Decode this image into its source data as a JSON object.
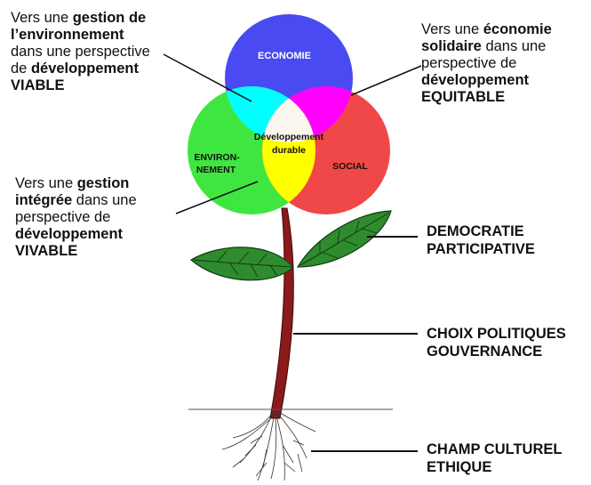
{
  "circles": {
    "economie": {
      "label": "ECONOMIE",
      "color": "#4a4af2"
    },
    "environnement": {
      "label_line1": "ENVIRON-",
      "label_line2": "NEMENT",
      "color": "#40e640"
    },
    "social": {
      "label": "SOCIAL",
      "color": "#f04848"
    },
    "center": {
      "label_line1": "Développement",
      "label_line2": "durable"
    },
    "overlaps": {
      "eco_env": "#00ffff",
      "eco_soc": "#ff00ff",
      "env_soc": "#ffff00",
      "center": "#fbf6ee"
    }
  },
  "annotations": {
    "viable": {
      "line1_pre": "Vers une ",
      "line1_bold": "gestion de",
      "line2_bold": "l’environnement",
      "line3": "dans une perspective",
      "line4_pre": "de ",
      "line4_bold": "développement",
      "line5_bold": "VIABLE"
    },
    "equitable": {
      "line1_pre": "Vers une ",
      "line1_bold": "économie",
      "line2_bold": "solidaire",
      "line2_post": " dans une",
      "line3": "perspective de",
      "line4_bold": "développement",
      "line5_bold": "EQUITABLE"
    },
    "vivable": {
      "line1_pre": "Vers une ",
      "line1_bold": "gestion",
      "line2_bold": "intégrée",
      "line2_post": " dans une",
      "line3": "perspective de",
      "line4_bold": "développement",
      "line5_bold": "VIVABLE"
    }
  },
  "plant_labels": {
    "democratie": {
      "line1": "DEMOCRATIE",
      "line2": "PARTICIPATIVE"
    },
    "politique": {
      "line1": "CHOIX POLITIQUES",
      "line2": "GOUVERNANCE"
    },
    "culturel": {
      "line1": "CHAMP CULTUREL",
      "line2": "ETHIQUE"
    }
  },
  "colors": {
    "leaf": "#2e8b2e",
    "stem": "#8b1a1a"
  }
}
